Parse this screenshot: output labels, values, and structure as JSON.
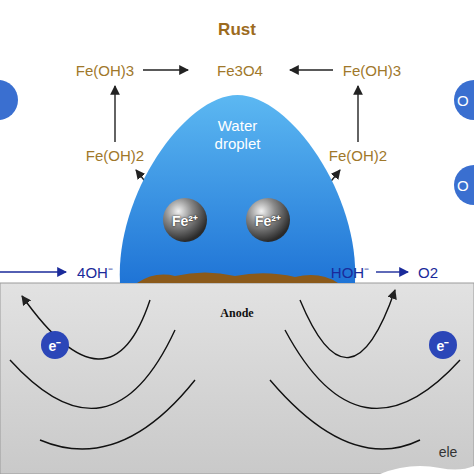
{
  "diagram": {
    "title": "Rust",
    "nodes": [
      {
        "text": [
          "Water droplet"
        ]
      },
      {
        "text": [
          "Fe²⁺"
        ],
        "in": 0
      },
      {
        "text": [
          "Fe²⁺"
        ],
        "in": 0
      },
      {
        "text": [
          "e⁻"
        ]
      },
      {
        "text": [
          "e⁻"
        ]
      },
      {
        "text": [
          "O"
        ]
      },
      {
        "text": [
          "O"
        ]
      }
    ],
    "labels": [
      "Fe(OH)3",
      "Fe3O4",
      "Fe(OH)3",
      "Fe(OH)2",
      "Fe(OH)2",
      "4OH⁻",
      "HOH⁻",
      "O2",
      "Anode",
      "ele"
    ]
  }
}
